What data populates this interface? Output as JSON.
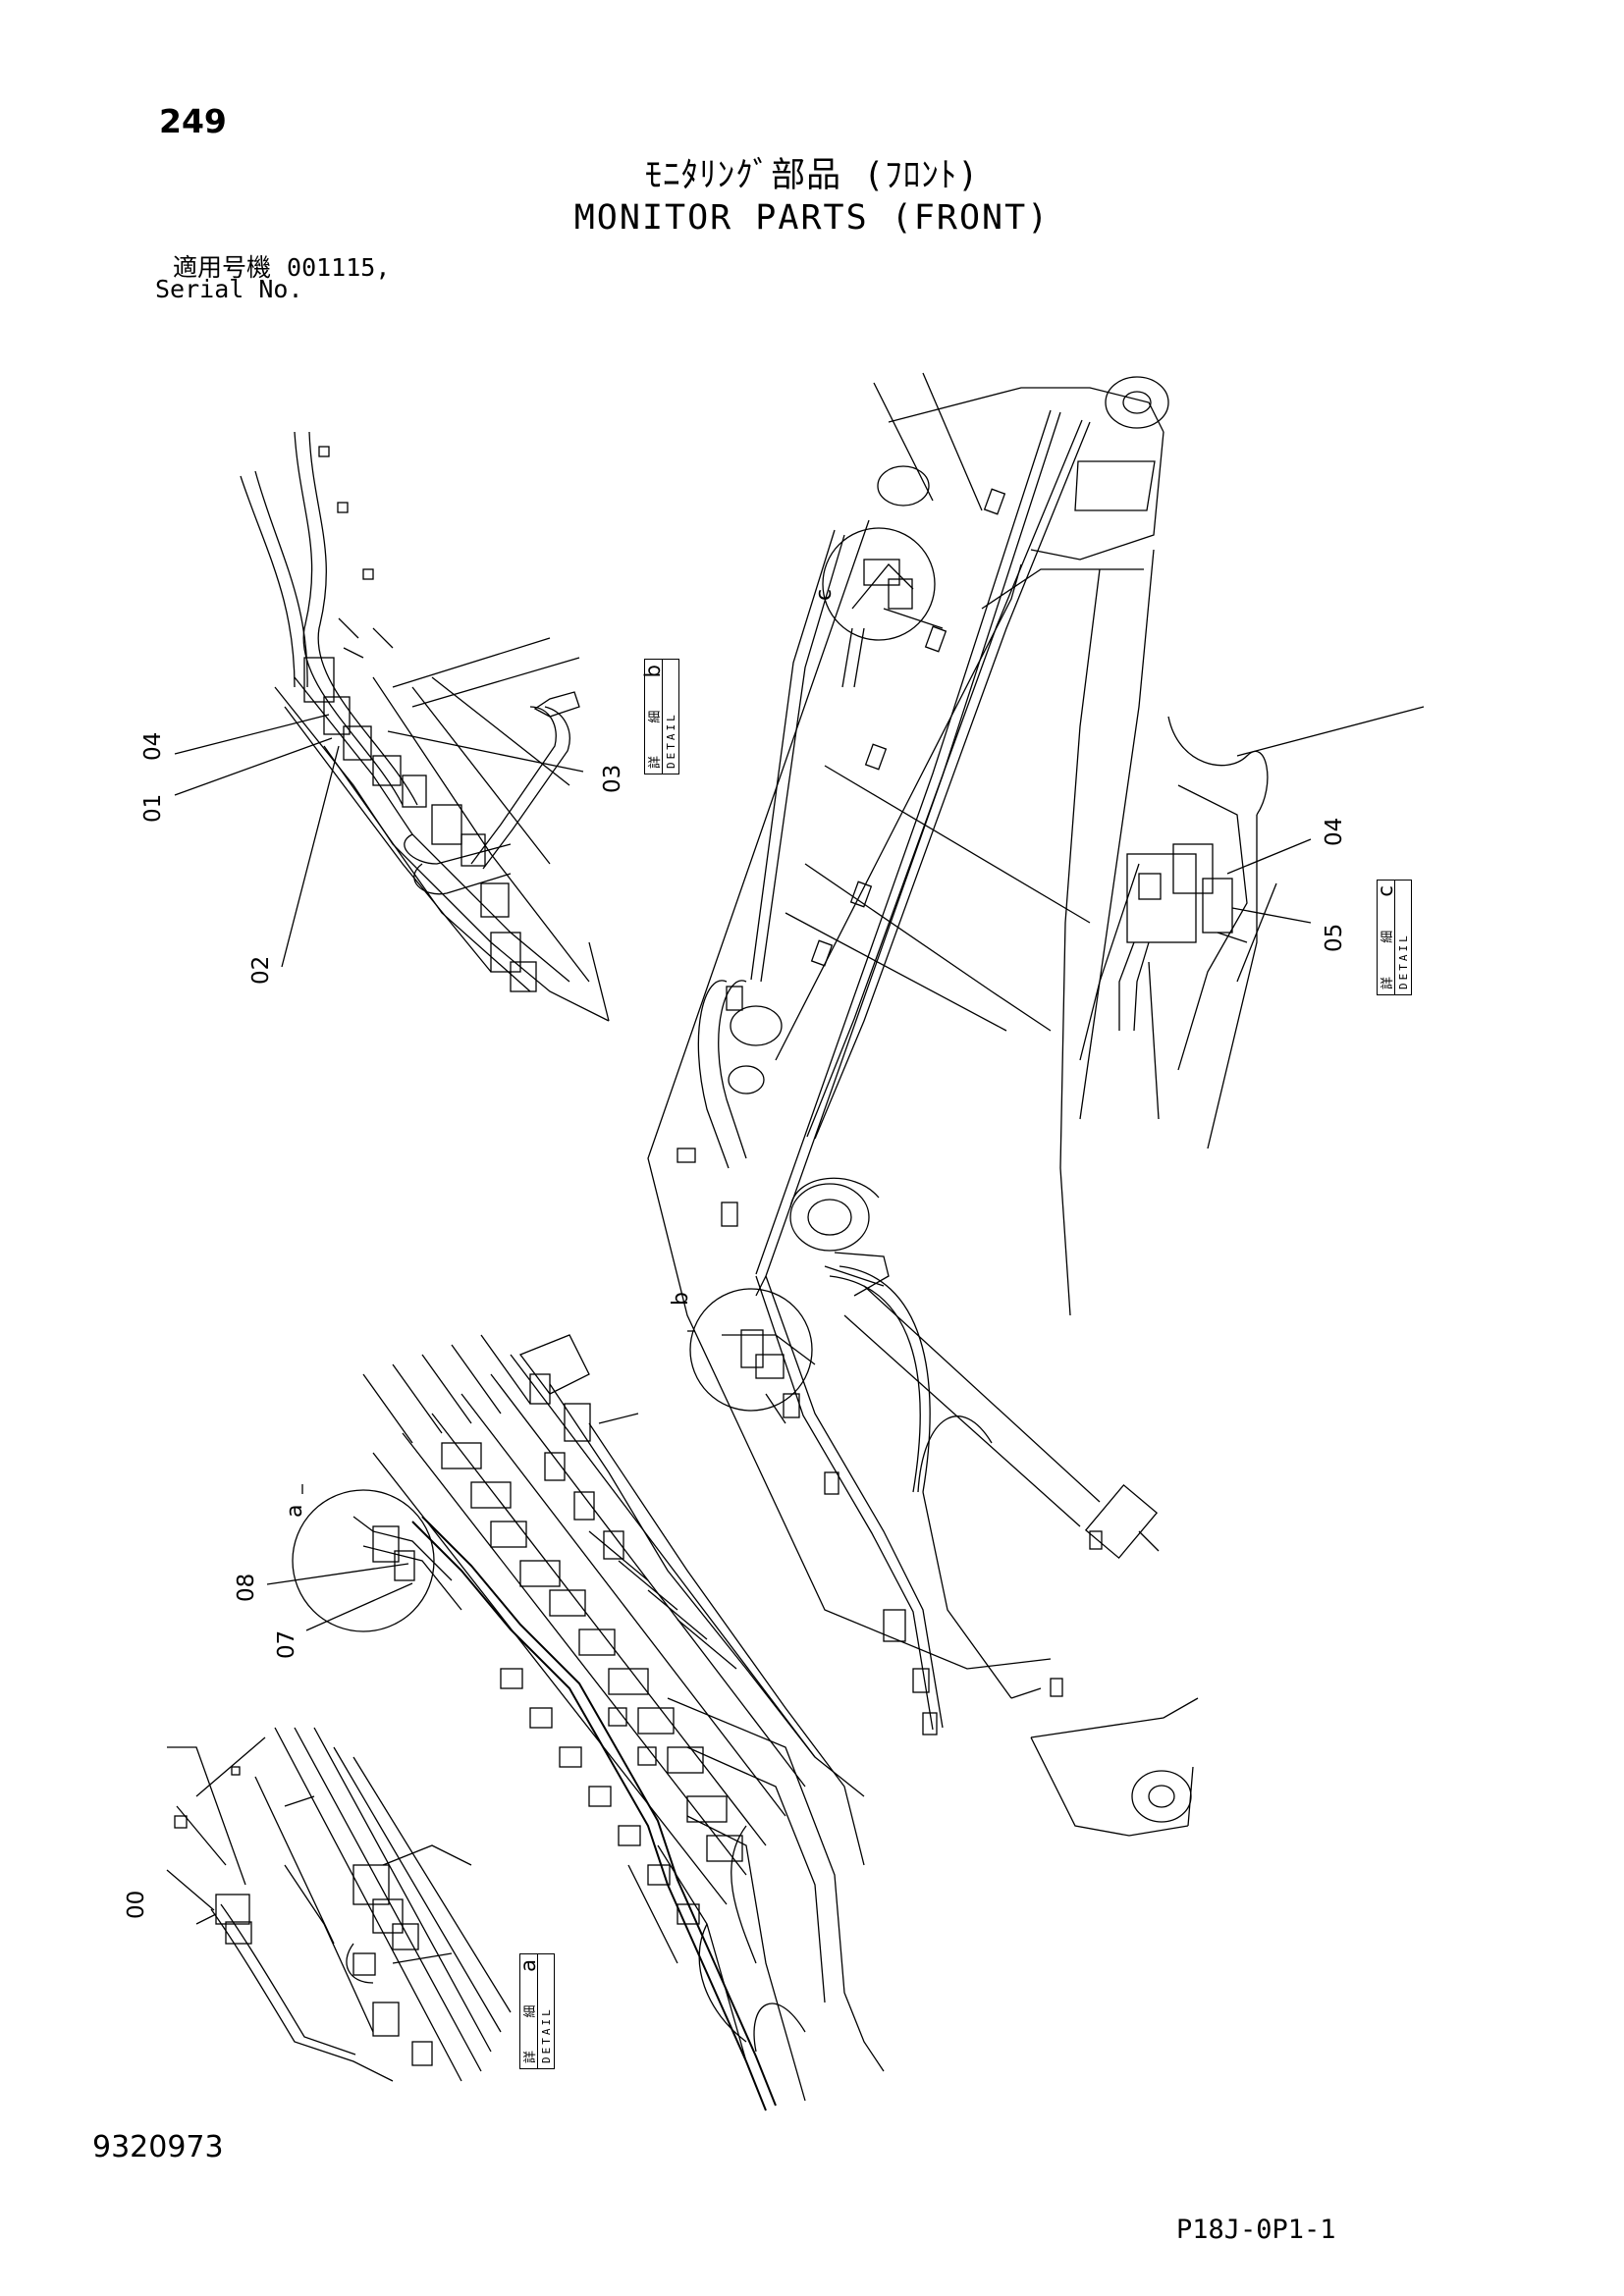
{
  "header": {
    "page_number": "249",
    "title_jp": "ﾓﾆﾀﾘﾝｸﾞ部品 (ﾌﾛﾝﾄ)",
    "title_en": "MONITOR PARTS (FRONT)",
    "applicable_label": "適用号機",
    "serial_value": "001115,",
    "serial_label": "Serial No."
  },
  "footer": {
    "drawing_number": "9320973",
    "page_code": "P18J-0P1-1"
  },
  "details": {
    "b": {
      "kanji_1": "詳",
      "kanji_2": "細",
      "letter": "b",
      "word": "DETAIL"
    },
    "c": {
      "kanji_1": "詳",
      "kanji_2": "細",
      "letter": "c",
      "word": "DETAIL"
    },
    "a": {
      "kanji_1": "詳",
      "kanji_2": "細",
      "letter": "a",
      "word": "DETAIL"
    }
  },
  "callouts": {
    "detail_b": [
      "04",
      "01",
      "03",
      "02"
    ],
    "detail_c": [
      "04",
      "05"
    ],
    "main_a": [
      "08",
      "07"
    ],
    "detail_a": [
      "00"
    ]
  },
  "circle_labels": [
    "c",
    "b",
    "a"
  ]
}
